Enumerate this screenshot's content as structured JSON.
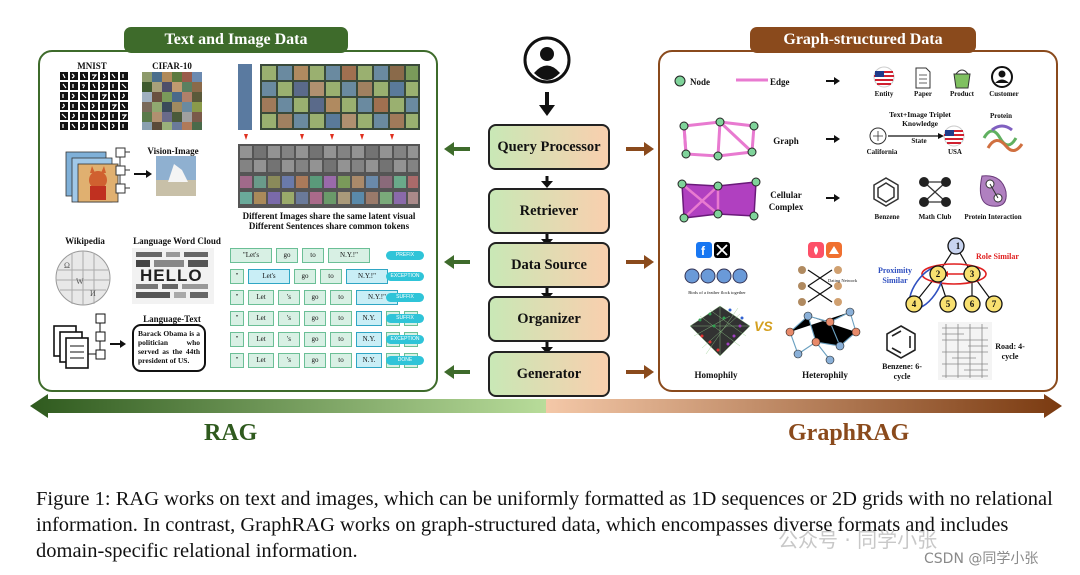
{
  "left_panel": {
    "title": "Text and Image Data",
    "mnist_label": "MNIST",
    "cifar_label": "CIFAR-10",
    "vision_image_label": "Vision-Image",
    "latent_caption": "Different Images share the same latent visual",
    "tokens_caption": "Different Sentences share common tokens",
    "wikipedia_label": "Wikipedia",
    "word_cloud_label": "Language Word Cloud",
    "word_cloud_center": "HELLO",
    "language_text_label": "Language-Text",
    "language_text_body": "Barack Obama is a politician who served as the 44th president of US.",
    "token_rows": [
      [
        "\"Let's",
        "go",
        "to",
        "N.Y.!\""
      ],
      [
        "\"",
        "Let's",
        "go",
        "to",
        "N.Y.!\""
      ],
      [
        "\"",
        "Let",
        "'s",
        "go",
        "to",
        "N.Y.!\""
      ],
      [
        "\"",
        "Let",
        "'s",
        "go",
        "to",
        "N.Y.",
        "!",
        "\""
      ],
      [
        "\"",
        "Let",
        "'s",
        "go",
        "to",
        "N.Y.",
        "!",
        "\""
      ],
      [
        "\"",
        "Let",
        "'s",
        "go",
        "to",
        "N.Y.",
        "!",
        "\""
      ]
    ],
    "token_tags": [
      "PREFIX",
      "EXCEPTION",
      "SUFFIX",
      "SUFFIX",
      "EXCEPTION",
      "DONE"
    ]
  },
  "pipeline": {
    "steps": [
      "Query Processor",
      "Retriever",
      "Data Source",
      "Organizer",
      "Generator"
    ]
  },
  "right_panel": {
    "title": "Graph-structured Data",
    "node_label": "Node",
    "edge_label": "Edge",
    "entity_icons": [
      "Entity",
      "Paper",
      "Product",
      "Customer"
    ],
    "graph_label": "Graph",
    "triplet_label": "Text+Image Triplet Knowledge",
    "triplet_state": "State",
    "triplet_head": "California",
    "triplet_tail": "USA",
    "protein_label": "Protein",
    "cellular_label": "Cellular Complex",
    "complex_icons": [
      "Benzene",
      "Math Club",
      "Protein Interaction"
    ],
    "role_similar": "Role Similar",
    "proximity_similar": "Proximity Similar",
    "tree_nodes": [
      "1",
      "2",
      "3",
      "4",
      "5",
      "6",
      "7"
    ],
    "birds_caption": "Birds of a feather flock together",
    "dating_caption": "Dating Network",
    "vs_label": "VS",
    "homophily_label": "Homophily",
    "heterophily_label": "Heterophily",
    "benzene_label": "Benzene: 6-cycle",
    "road_label": "Road: 4-cycle"
  },
  "bottom": {
    "rag_label": "RAG",
    "graphrag_label": "GraphRAG"
  },
  "caption": "Figure 1: RAG works on text and images, which can be uniformly formatted as 1D sequences or 2D grids with no relational information. In contrast, GraphRAG works on graph-structured data, which encompasses diverse formats and includes domain-specific relational information.",
  "watermark": {
    "wechat": "公众号 · 同学小张",
    "csdn": "CSDN @同学小张"
  },
  "colors": {
    "green_dark": "#3e6b2b",
    "brown_dark": "#8a4a1c",
    "edge_pink": "#e87ad0",
    "node_green": "#7fd39a"
  }
}
